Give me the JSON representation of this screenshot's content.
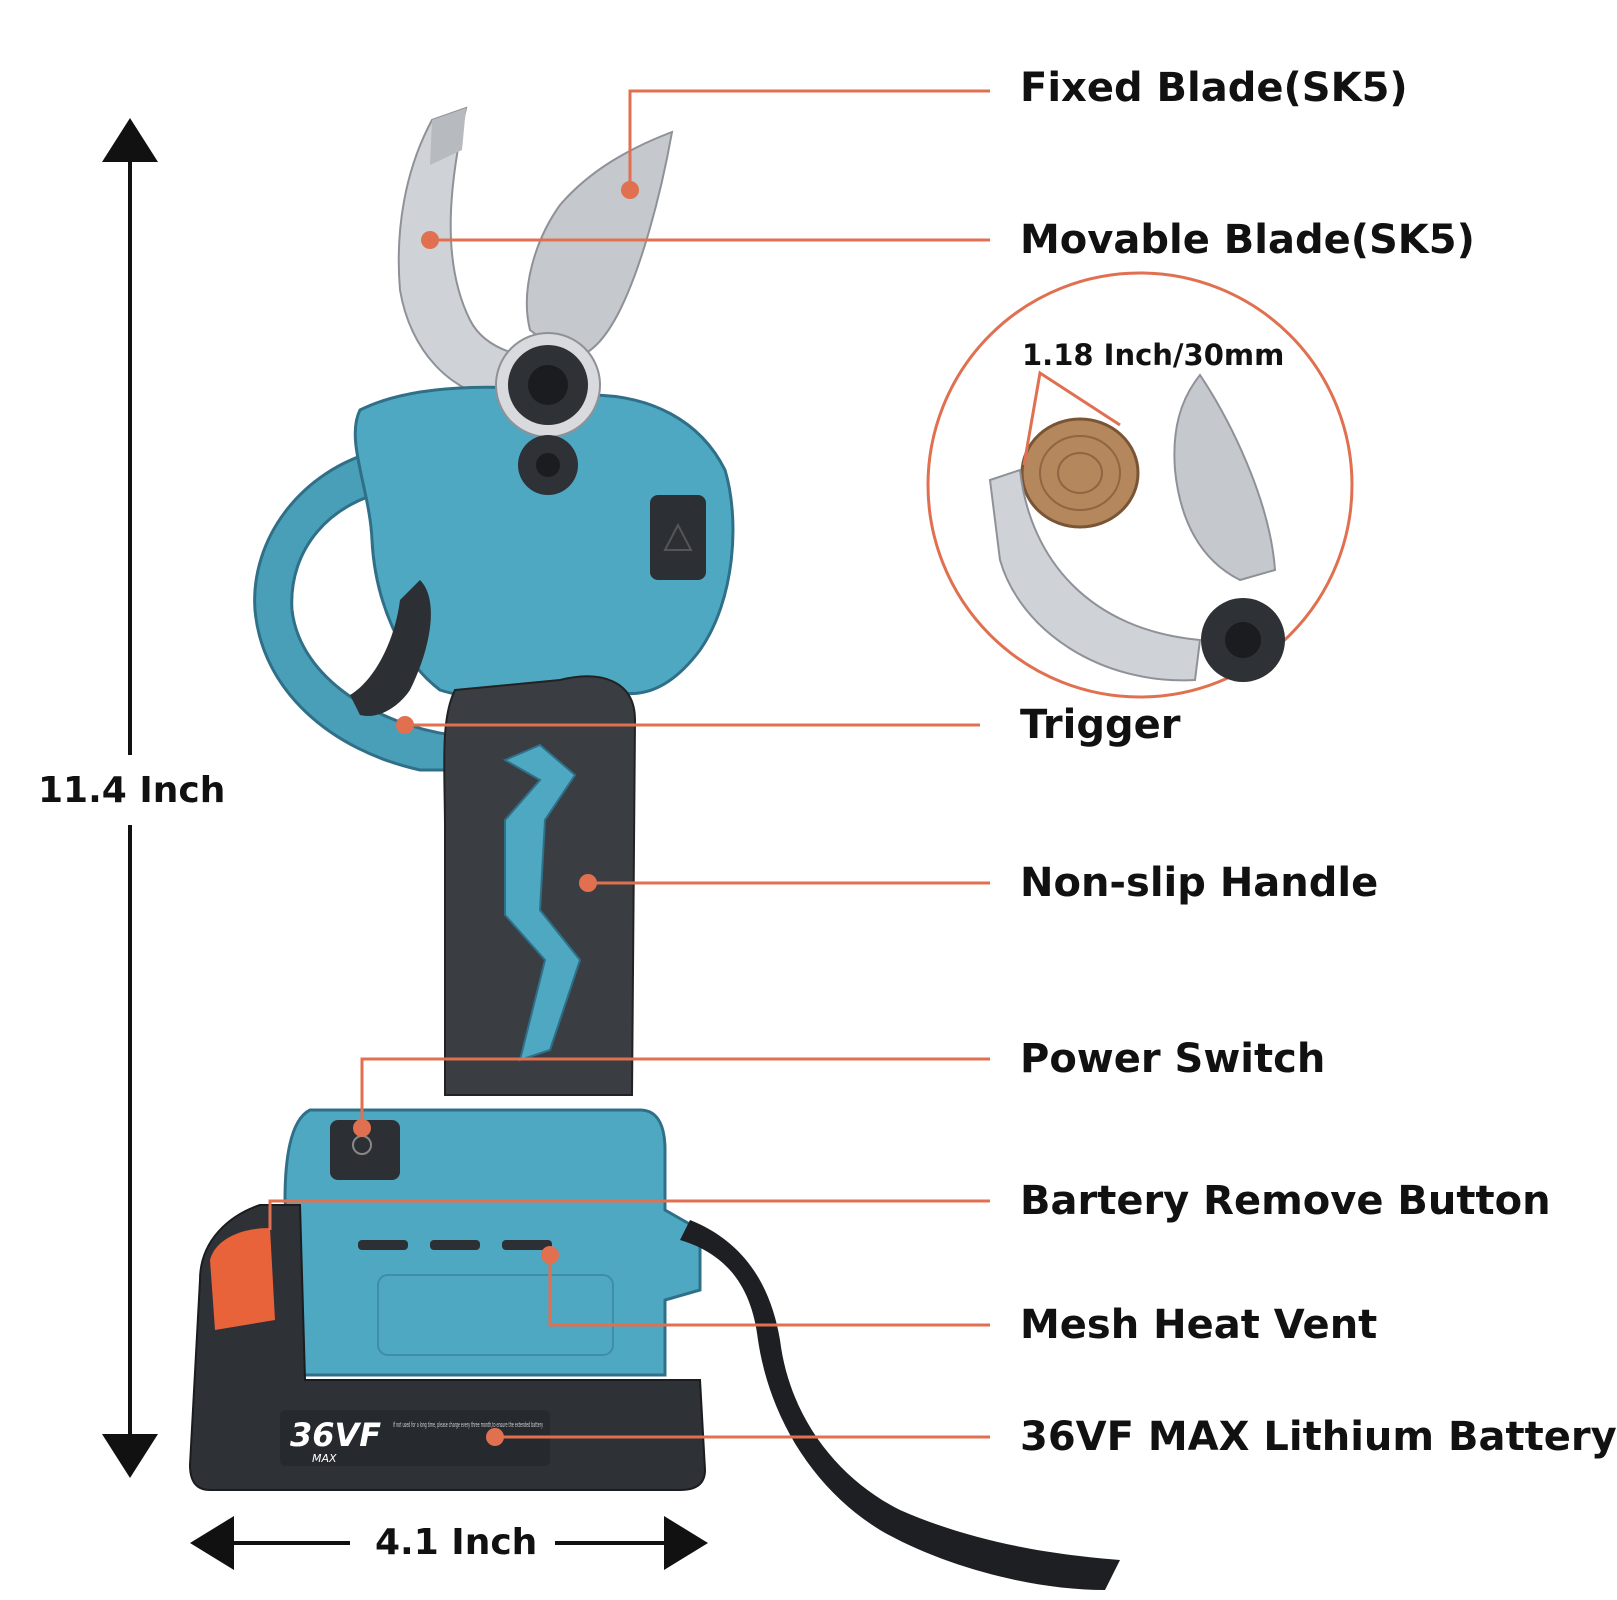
{
  "colors": {
    "accent": "#e07050",
    "body": "#4a9fb8",
    "grip": "#3a3d42",
    "blade": "#c9ccd0",
    "battery_button": "#e8623a"
  },
  "callouts": [
    {
      "id": "fixed-blade",
      "text": "Fixed Blade(SK5)"
    },
    {
      "id": "movable-blade",
      "text": "Movable Blade(SK5)"
    },
    {
      "id": "trigger",
      "text": "Trigger"
    },
    {
      "id": "non-slip-handle",
      "text": "Non-slip Handle"
    },
    {
      "id": "power-switch",
      "text": "Power Switch"
    },
    {
      "id": "battery-remove-button",
      "text": "Bartery Remove Button"
    },
    {
      "id": "mesh-heat-vent",
      "text": "Mesh Heat Vent"
    },
    {
      "id": "lithium-battery",
      "text": "36VF MAX Lithium Battery"
    }
  ],
  "dimensions": {
    "height": "11.4 Inch",
    "width": "4.1 Inch",
    "cut_capacity": "1.18 Inch/30mm"
  },
  "battery": {
    "brand": "36VF",
    "sub": "MAX",
    "notice": "If not used for a long time, please charge every three month,to ensure the extended battery"
  }
}
